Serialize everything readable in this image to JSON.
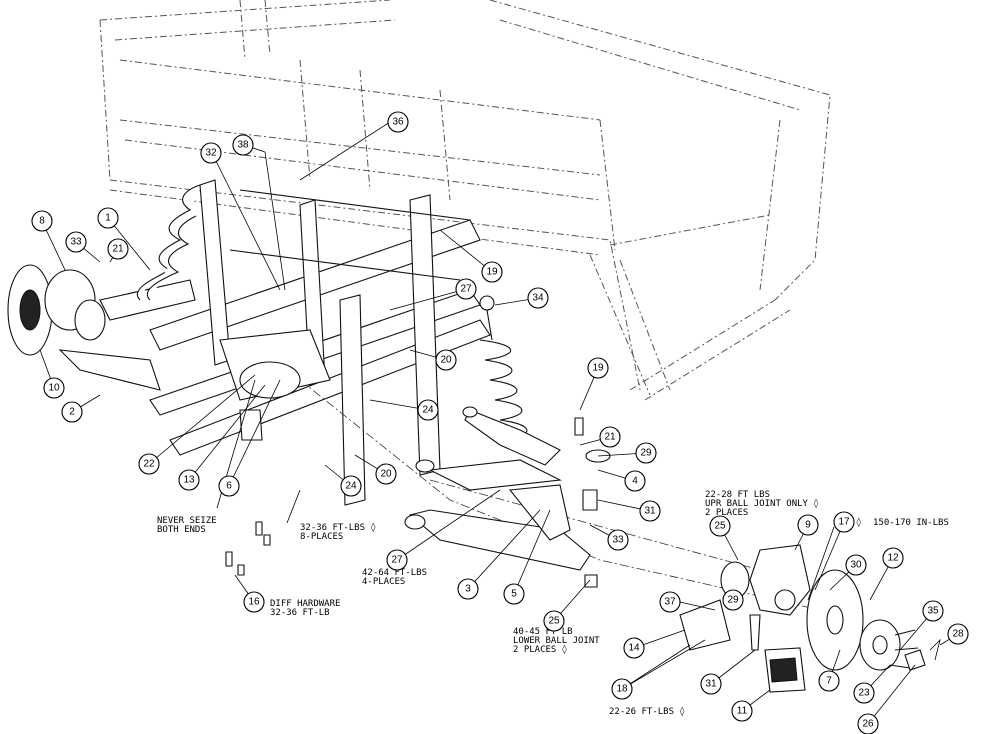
{
  "callouts": [
    "36",
    "32",
    "38",
    "8",
    "1",
    "33",
    "21",
    "19",
    "27",
    "34",
    "20",
    "19",
    "10",
    "2",
    "24",
    "21",
    "29",
    "4",
    "22",
    "13",
    "6",
    "24",
    "20",
    "31",
    "27",
    "33",
    "3",
    "5",
    "25",
    "25",
    "9",
    "17",
    "30",
    "12",
    "37",
    "29",
    "35",
    "14",
    "7",
    "28",
    "31",
    "18",
    "23",
    "11",
    "26",
    "16"
  ],
  "notes": {
    "never_seize_1": "NEVER SEIZE",
    "never_seize_2": "BOTH ENDS",
    "torque_32_36_1": "32-36 FT-LBS ◊",
    "torque_32_36_2": "8-PLACES",
    "torque_42_64_1": "42-64 FT-LBS",
    "torque_42_64_2": "4-PLACES",
    "diff_hw_1": "DIFF HARDWARE",
    "diff_hw_2": "32-36 FT-LB",
    "lower_bj_1": "40-45 FT LB",
    "lower_bj_2": "LOWER BALL JOINT",
    "lower_bj_3": "2 PLACES ◊",
    "upper_bj_1": "22-28 FT LBS",
    "upper_bj_2": "UPR BALL JOINT ONLY ◊",
    "upper_bj_3": "2 PLACES",
    "inlbs": "150-170 IN-LBS",
    "ftlbs_22_26": "22-26 FT-LBS ◊",
    "label_17_diamond": "◊"
  }
}
